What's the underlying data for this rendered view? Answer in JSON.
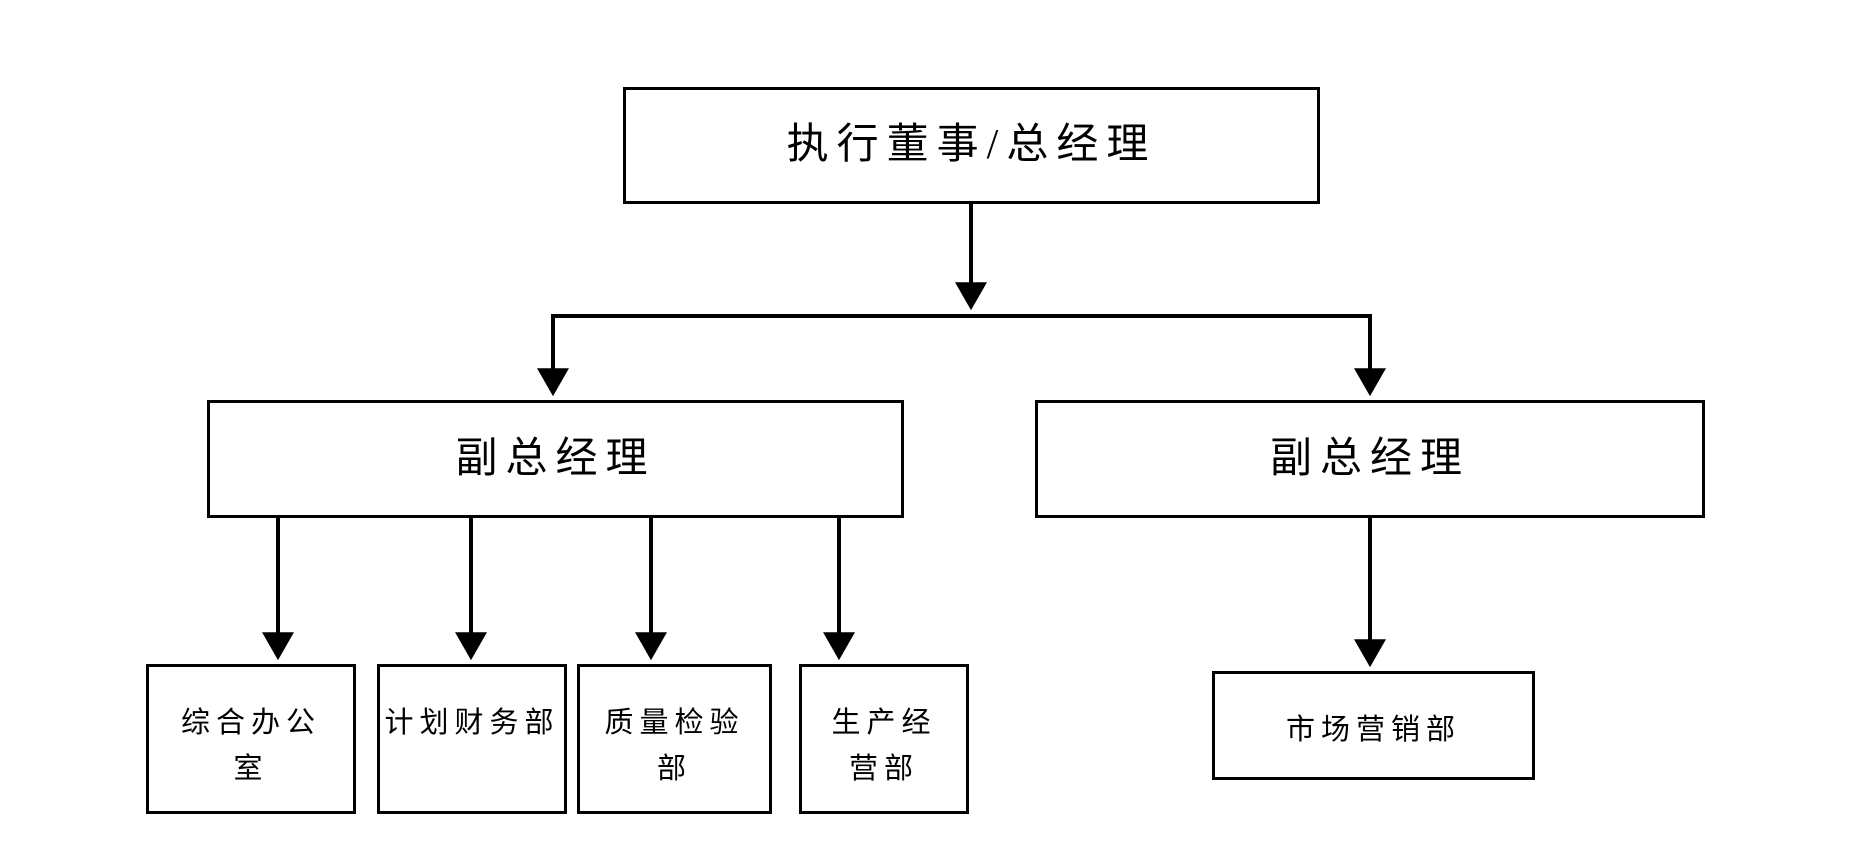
{
  "diagram": {
    "type": "org-chart",
    "background_color": "#ffffff",
    "line_color": "#000000",
    "box_border_color": "#000000",
    "nodes": {
      "root": {
        "label": "执行董事/总经理",
        "lines": [
          "执行董事/总经理"
        ],
        "level": 1
      },
      "deputy_left": {
        "label": "副总经理",
        "lines": [
          "副总经理"
        ],
        "level": 2
      },
      "deputy_right": {
        "label": "副总经理",
        "lines": [
          "副总经理"
        ],
        "level": 2
      },
      "general_office": {
        "label": "综合办公室",
        "lines": [
          "综合办公",
          "室"
        ],
        "level": 3,
        "parent": "deputy_left"
      },
      "planning_finance": {
        "label": "计划财务部",
        "lines": [
          "计划财务部"
        ],
        "level": 3,
        "parent": "deputy_left"
      },
      "quality_inspection": {
        "label": "质量检验部",
        "lines": [
          "质量检验",
          "部"
        ],
        "level": 3,
        "parent": "deputy_left"
      },
      "production_operation": {
        "label": "生产经营部",
        "lines": [
          "生产经",
          "营部"
        ],
        "level": 3,
        "parent": "deputy_left"
      },
      "marketing": {
        "label": "市场营销部",
        "lines": [
          "市场营销部"
        ],
        "level": 3,
        "parent": "deputy_right"
      }
    }
  }
}
